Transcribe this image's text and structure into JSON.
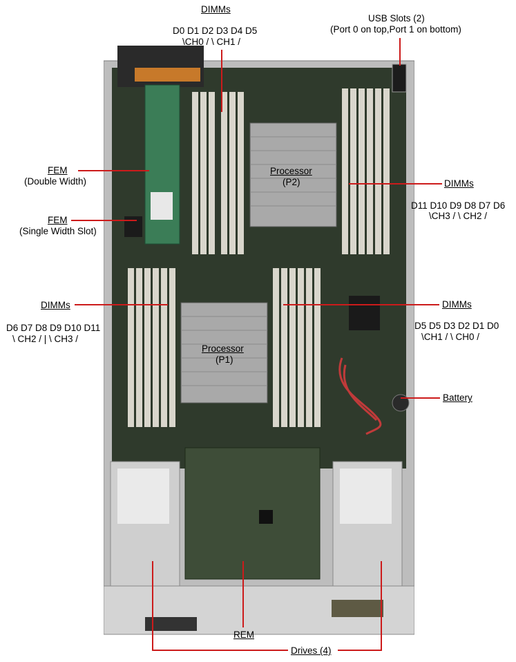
{
  "labels": {
    "dimms_top": "DIMMs",
    "dimms_top_slots": "D0 D1 D2  D3 D4 D5",
    "dimms_top_channels": "\\CH0 /      \\ CH1 /",
    "usb": "USB Slots (2)",
    "usb_sub": "(Port 0 on top,Port 1 on bottom)",
    "fem_double": "FEM",
    "fem_double_sub": "(Double Width)",
    "fem_single": "FEM",
    "fem_single_sub": "(Single Width Slot)",
    "dimms_right_upper": "DIMMs",
    "dimms_right_upper_slots": "D11 D10 D9 D8 D7 D6",
    "dimms_right_upper_channels": "\\CH3 /       \\ CH2 /",
    "dimms_left_lower": "DIMMs",
    "dimms_left_lower_slots": "D6 D7 D8 D9 D10 D11",
    "dimms_left_lower_channels": "\\ CH2 /  |   \\ CH3 /",
    "dimms_right_lower": "DIMMs",
    "dimms_right_lower_slots": "D5 D5 D3 D2 D1 D0",
    "dimms_right_lower_channels": "\\CH1 /      \\ CH0 /",
    "battery": "Battery",
    "rem": "REM",
    "drives": "Drives (4)",
    "processor_p2": "Processor",
    "processor_p2_sub": "(P2)",
    "processor_p1": "Processor",
    "processor_p1_sub": "(P1)"
  },
  "colors": {
    "callout": "#cc1b1b",
    "pcb": "#2f3a2c",
    "dimm_slot": "#d9d6cc",
    "heatsink": "#a9a9a9",
    "chassis": "#c9c9c9"
  }
}
